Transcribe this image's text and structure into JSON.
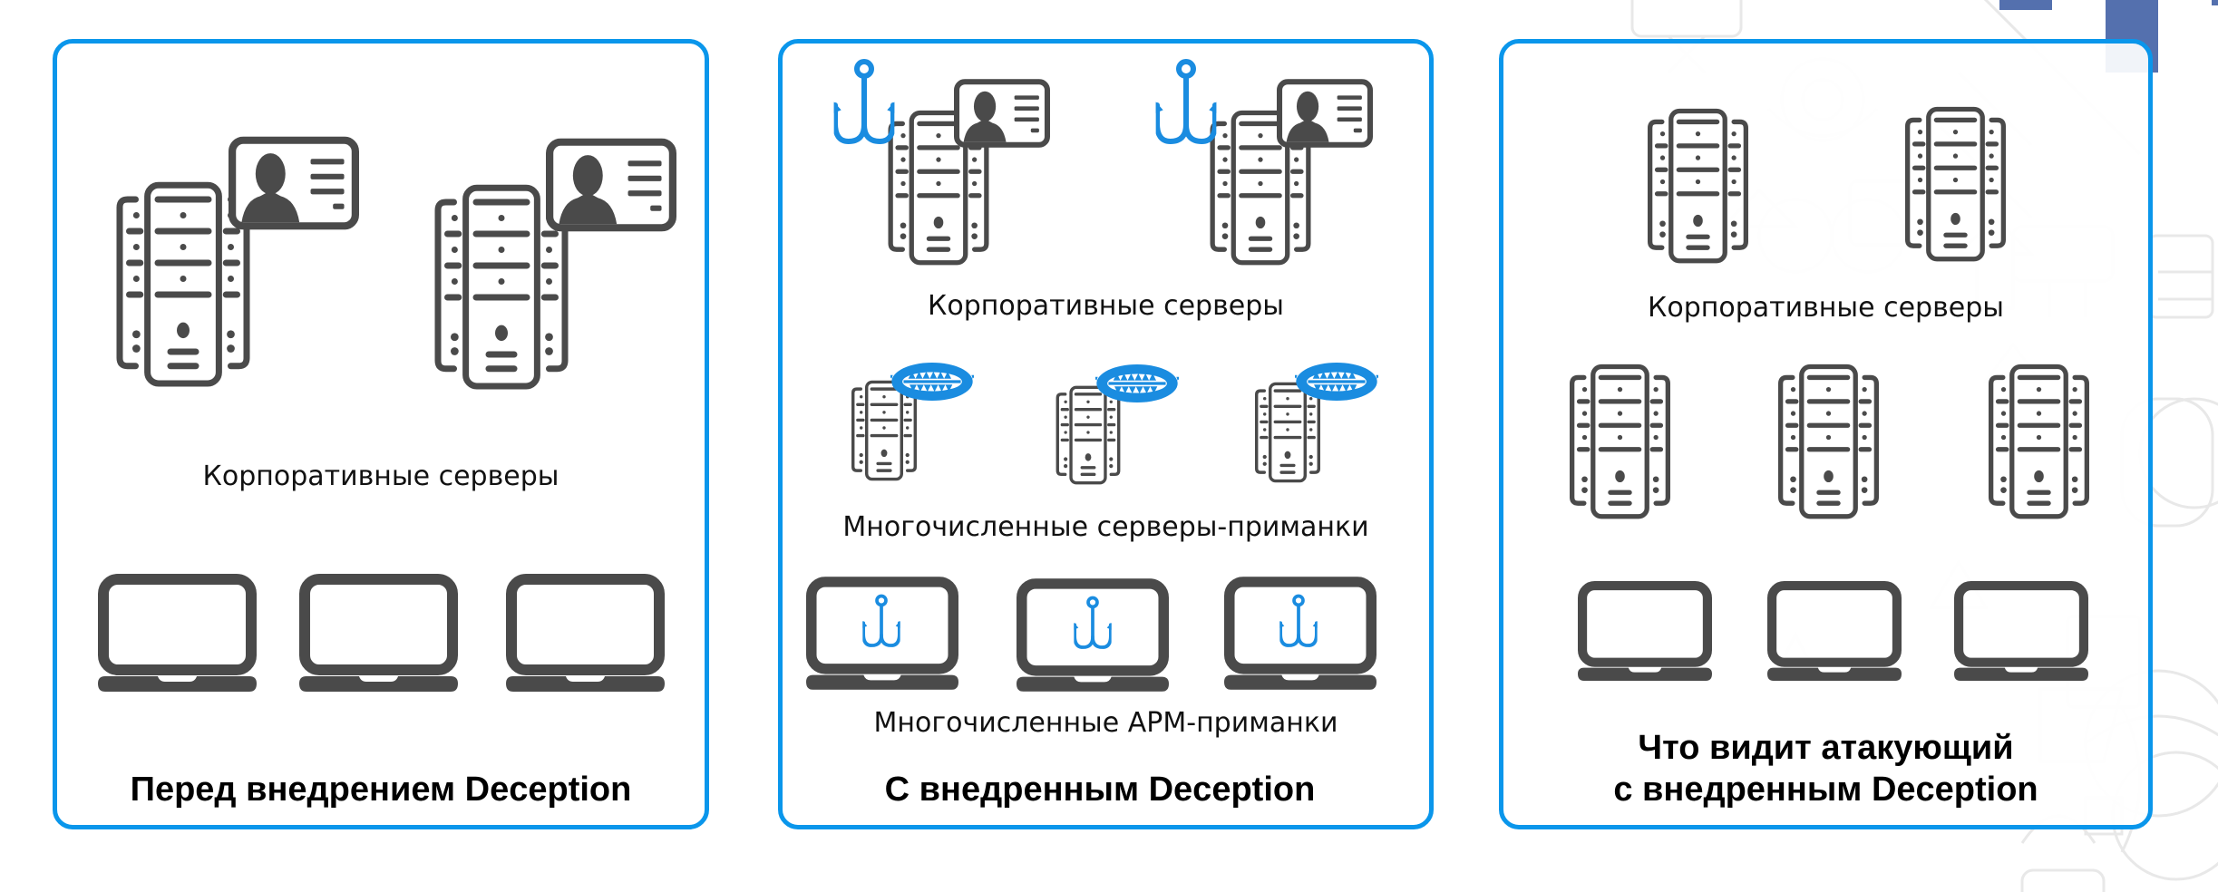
{
  "colors": {
    "panel_border": "#0a96eb",
    "icon_gray": "#4a4a4a",
    "decoy_blue": "#1a8ce0",
    "deco_bar": "#5470ae",
    "background_pattern": "#e6e6e6"
  },
  "panels": [
    {
      "id": "before",
      "title": "Перед внедрением Deception",
      "sections": [
        {
          "type": "servers-with-id-card",
          "count": 2,
          "label": "Корпоративные серверы"
        },
        {
          "type": "laptops",
          "count": 3,
          "label": ""
        }
      ]
    },
    {
      "id": "with",
      "title": "С внедренным Deception",
      "sections": [
        {
          "type": "servers-with-id-card-and-hook",
          "count": 2,
          "label": "Корпоративные серверы"
        },
        {
          "type": "servers-with-trap",
          "count": 3,
          "label": "Многочисленные серверы-приманки"
        },
        {
          "type": "laptops-with-hook",
          "count": 3,
          "label": "Многочисленные АРМ-приманки"
        }
      ]
    },
    {
      "id": "attacker-view",
      "title_line1": "Что видит атакующий",
      "title_line2": "с внедренным Deception",
      "sections": [
        {
          "type": "servers",
          "count": 2,
          "label": "Корпоративные серверы"
        },
        {
          "type": "servers",
          "count": 3,
          "label": ""
        },
        {
          "type": "laptops",
          "count": 3,
          "label": ""
        }
      ]
    }
  ],
  "icons": {
    "server": "server-rack-icon",
    "id_card": "id-card-icon",
    "hook": "fish-hook-icon",
    "trap": "bear-trap-icon",
    "laptop": "laptop-icon"
  }
}
